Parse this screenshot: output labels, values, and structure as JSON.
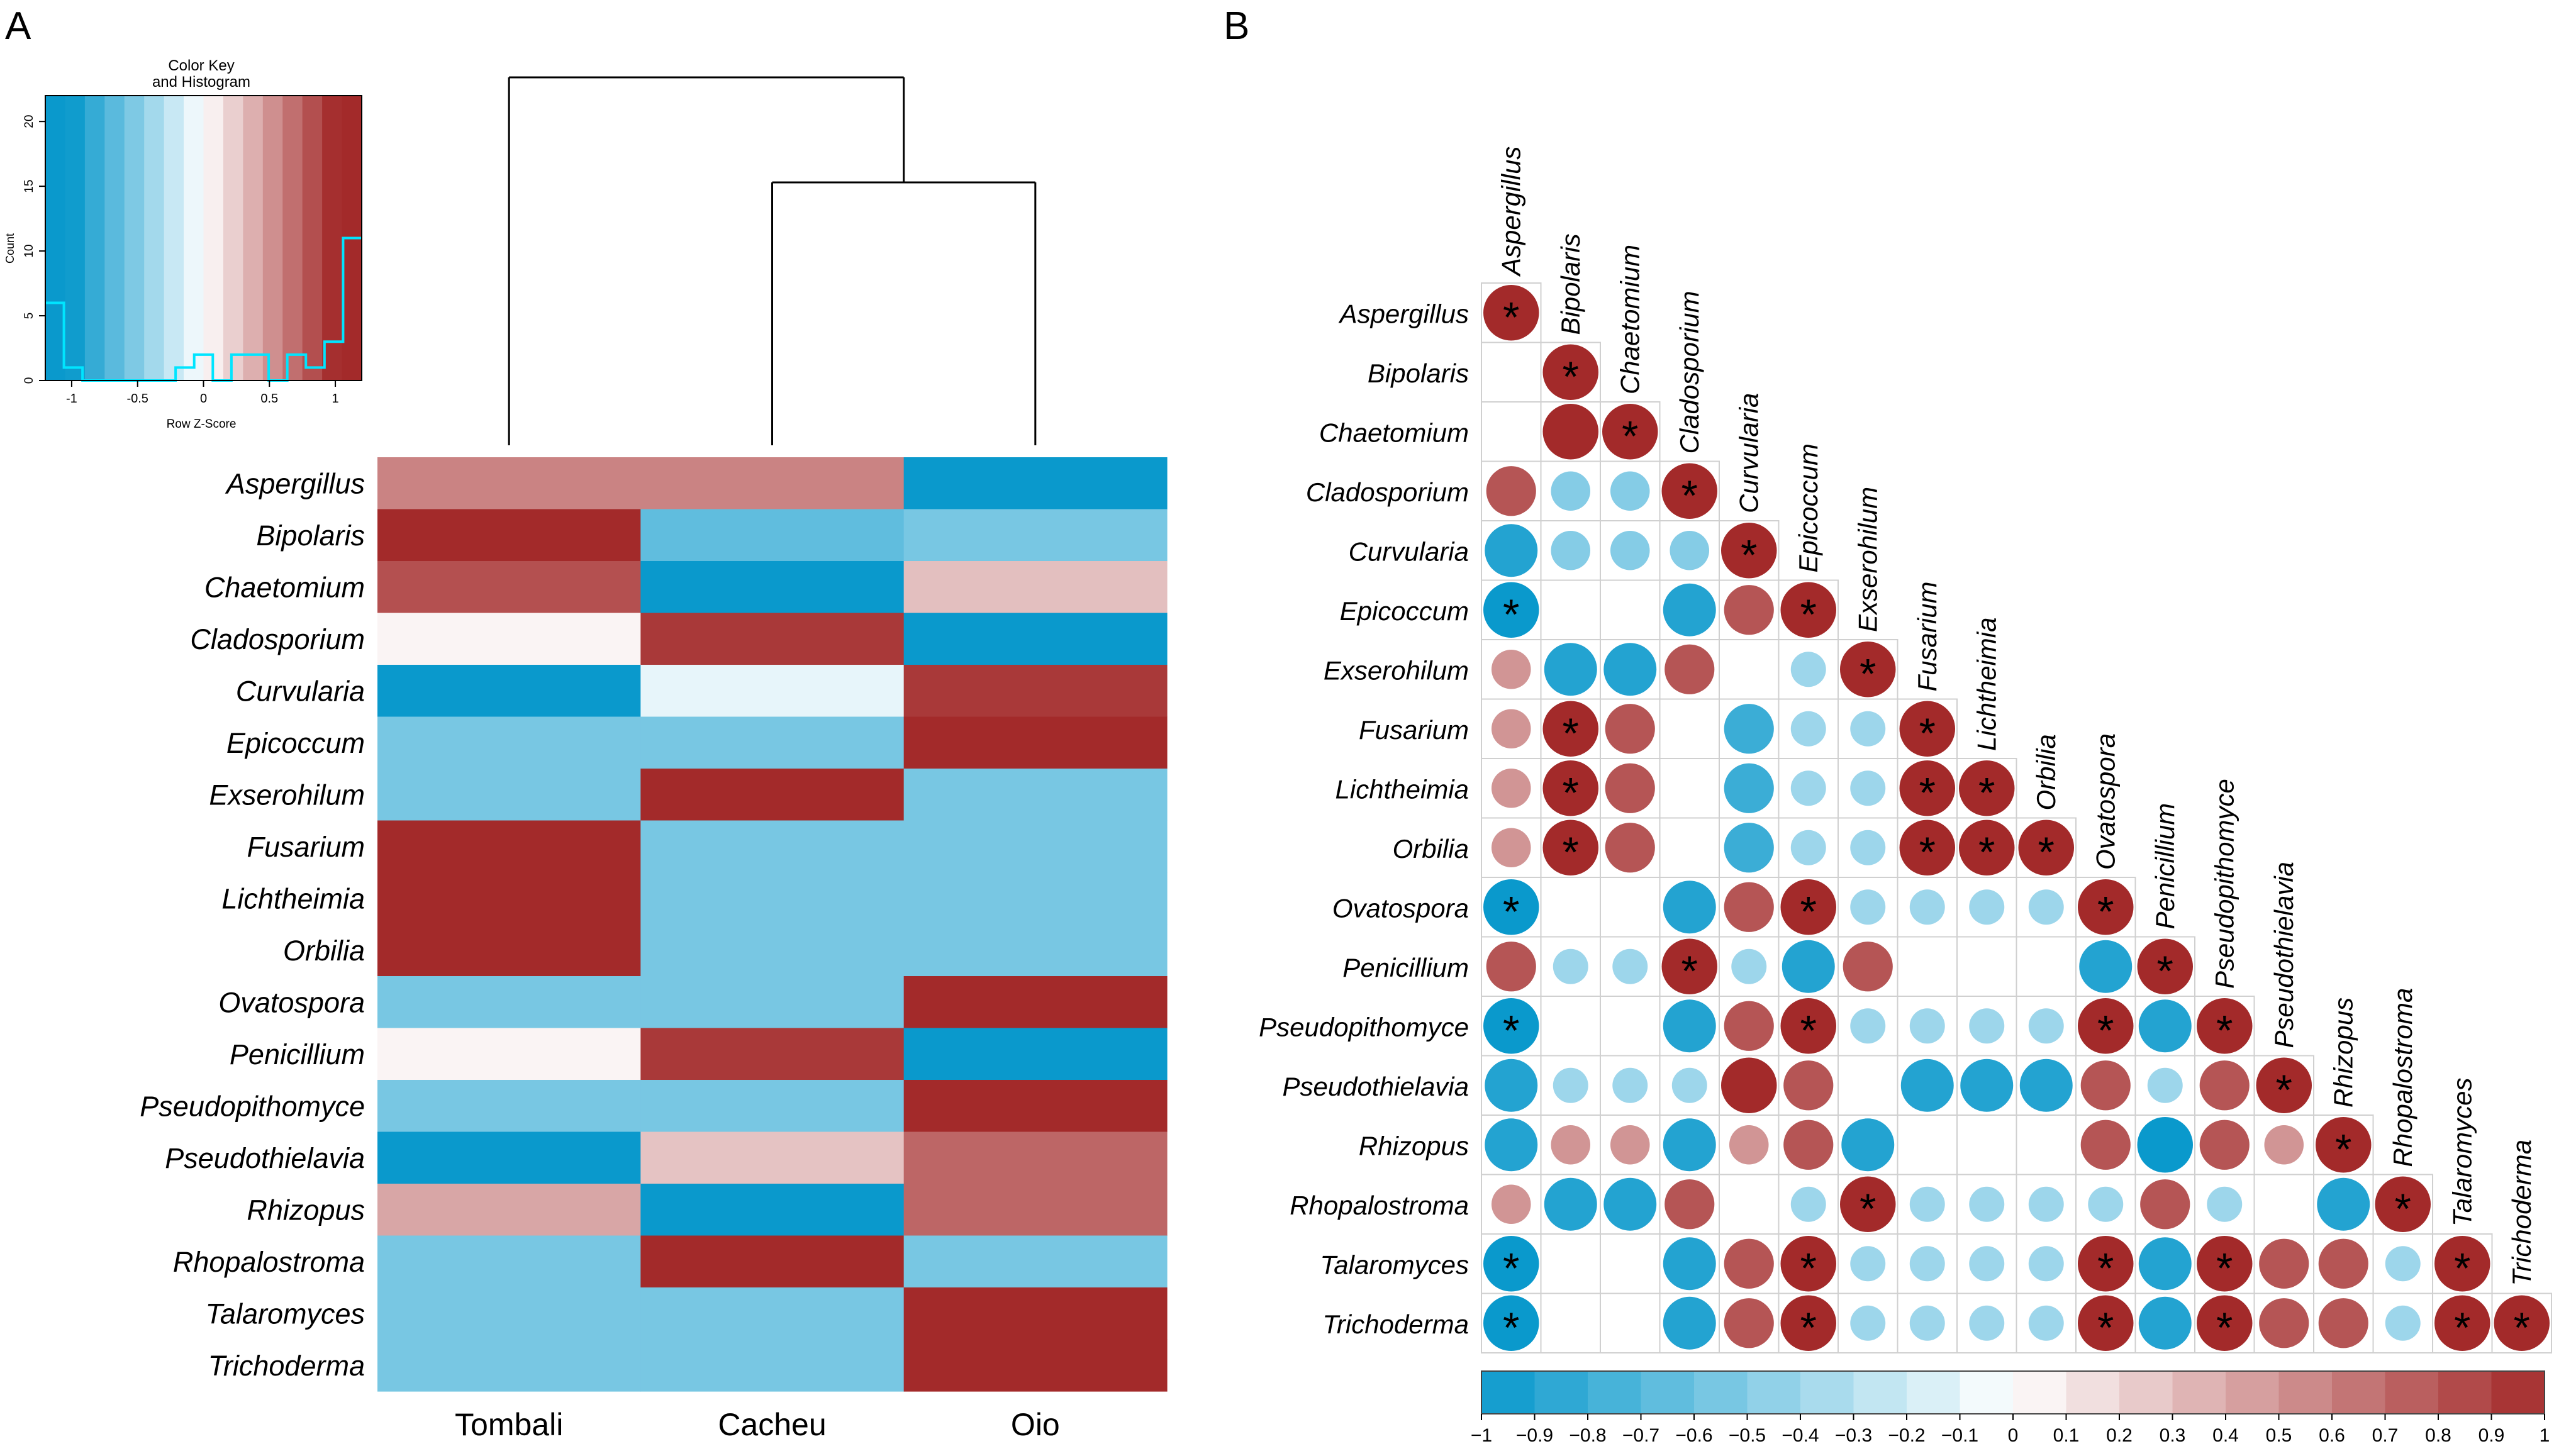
{
  "panel_a": {
    "label": "A",
    "color_key": {
      "title_line1": "Color Key",
      "title_line2": "and Histogram",
      "ylabel": "Count",
      "xlabel": "Row Z-Score",
      "xticks": [
        "-1",
        "-0.5",
        "0",
        "0.5",
        "1"
      ],
      "yticks": [
        "0",
        "5",
        "10",
        "15",
        "20"
      ]
    }
  },
  "panel_b": {
    "label": "B"
  },
  "colors": {
    "low": "#0a99cc",
    "mid": "#ffffff",
    "high": "#a32a2a",
    "light_blue": "#87ceea",
    "hist_line": "#00e5ff"
  },
  "chart_data": [
    {
      "type": "heatmap",
      "title": "",
      "columns": [
        "Tombali",
        "Cacheu",
        "Oio"
      ],
      "rows": [
        "Aspergillus",
        "Bipolaris",
        "Chaetomium",
        "Cladosporium",
        "Curvularia",
        "Epicoccum",
        "Exserohilum",
        "Fusarium",
        "Lichtheimia",
        "Orbilia",
        "Ovatospora",
        "Penicillium",
        "Pseudopithomyce",
        "Pseudothielavia",
        "Rhizopus",
        "Rhopalostroma",
        "Talaromyces",
        "Trichoderma"
      ],
      "values": [
        [
          0.58,
          0.58,
          -1.15
        ],
        [
          1.15,
          -0.65,
          -0.55
        ],
        [
          0.82,
          -1.15,
          0.3
        ],
        [
          0.05,
          0.93,
          -1.15
        ],
        [
          -1.05,
          -0.1,
          0.93
        ],
        [
          -0.55,
          -0.55,
          1.15
        ],
        [
          -0.55,
          1.15,
          -0.55
        ],
        [
          1.15,
          -0.55,
          -0.55
        ],
        [
          1.15,
          -0.55,
          -0.55
        ],
        [
          1.15,
          -0.55,
          -0.55
        ],
        [
          -0.55,
          -0.55,
          1.15
        ],
        [
          0.05,
          0.93,
          -1.15
        ],
        [
          -0.55,
          -0.55,
          1.15
        ],
        [
          -1.05,
          0.28,
          0.72
        ],
        [
          0.42,
          -1.15,
          0.72
        ],
        [
          -0.55,
          1.15,
          -0.55
        ],
        [
          -0.55,
          -0.55,
          1.15
        ],
        [
          -0.55,
          -0.55,
          1.15
        ]
      ],
      "color_scale": {
        "min": -1,
        "max": 1
      },
      "dendrogram": "Tombali joined with (Cacheu, Oio)",
      "histogram_counts": [
        6,
        1,
        0,
        0,
        0,
        0,
        0,
        1,
        2,
        0,
        2,
        2,
        0,
        2,
        1,
        3,
        11
      ]
    },
    {
      "type": "heatmap",
      "subtype": "correlation-lower-triangle",
      "labels": [
        "Aspergillus",
        "Bipolaris",
        "Chaetomium",
        "Cladosporium",
        "Curvularia",
        "Epicoccum",
        "Exserohilum",
        "Fusarium",
        "Lichtheimia",
        "Orbilia",
        "Ovatospora",
        "Penicillium",
        "Pseudopithomyce",
        "Pseudothielavia",
        "Rhizopus",
        "Rhopalostroma",
        "Talaromyces",
        "Trichoderma"
      ],
      "correlations": [
        [
          1
        ],
        [
          null,
          1
        ],
        [
          null,
          1,
          1
        ],
        [
          0.8,
          -0.5,
          -0.5,
          1
        ],
        [
          -0.9,
          -0.5,
          -0.5,
          -0.5,
          1
        ],
        [
          -1,
          null,
          null,
          -0.9,
          0.8,
          1
        ],
        [
          0.5,
          -0.9,
          -0.9,
          0.8,
          null,
          -0.4,
          1
        ],
        [
          0.5,
          1,
          0.8,
          null,
          -0.8,
          -0.4,
          -0.4,
          1
        ],
        [
          0.5,
          1,
          0.8,
          null,
          -0.8,
          -0.4,
          -0.4,
          1,
          1
        ],
        [
          0.5,
          1,
          0.8,
          null,
          -0.8,
          -0.4,
          -0.4,
          1,
          1,
          1
        ],
        [
          -1,
          null,
          null,
          -0.9,
          0.8,
          1,
          -0.4,
          -0.4,
          -0.4,
          -0.4,
          1
        ],
        [
          0.8,
          -0.4,
          -0.4,
          1,
          -0.4,
          -0.9,
          0.8,
          null,
          null,
          null,
          -0.9,
          1
        ],
        [
          -1,
          null,
          null,
          -0.9,
          0.8,
          1,
          -0.4,
          -0.4,
          -0.4,
          -0.4,
          1,
          -0.9,
          1
        ],
        [
          -0.9,
          -0.4,
          -0.4,
          -0.4,
          1,
          0.8,
          null,
          -0.9,
          -0.9,
          -0.9,
          0.8,
          -0.4,
          0.8,
          1
        ],
        [
          -0.9,
          0.5,
          0.5,
          -0.9,
          0.5,
          0.8,
          -0.9,
          null,
          null,
          null,
          0.8,
          -1,
          0.8,
          0.5,
          1
        ],
        [
          0.5,
          -0.9,
          -0.9,
          0.8,
          null,
          -0.4,
          1,
          -0.4,
          -0.4,
          -0.4,
          -0.4,
          0.8,
          -0.4,
          null,
          -0.9,
          1
        ],
        [
          -1,
          null,
          null,
          -0.9,
          0.8,
          1,
          -0.4,
          -0.4,
          -0.4,
          -0.4,
          1,
          -0.9,
          1,
          0.8,
          0.8,
          -0.4,
          1
        ],
        [
          -1,
          null,
          null,
          -0.9,
          0.8,
          1,
          -0.4,
          -0.4,
          -0.4,
          -0.4,
          1,
          -0.9,
          1,
          0.8,
          0.8,
          -0.4,
          1,
          1
        ]
      ],
      "significance_marker": "*",
      "significant": [
        [
          0,
          0
        ],
        [
          1,
          1
        ],
        [
          2,
          2
        ],
        [
          3,
          3
        ],
        [
          4,
          4
        ],
        [
          5,
          0
        ],
        [
          5,
          5
        ],
        [
          6,
          6
        ],
        [
          7,
          1
        ],
        [
          7,
          7
        ],
        [
          8,
          1
        ],
        [
          8,
          7
        ],
        [
          8,
          8
        ],
        [
          9,
          1
        ],
        [
          9,
          7
        ],
        [
          9,
          8
        ],
        [
          9,
          9
        ],
        [
          10,
          0
        ],
        [
          10,
          5
        ],
        [
          10,
          10
        ],
        [
          11,
          3
        ],
        [
          11,
          11
        ],
        [
          12,
          0
        ],
        [
          12,
          5
        ],
        [
          12,
          10
        ],
        [
          12,
          12
        ],
        [
          13,
          13
        ],
        [
          14,
          14
        ],
        [
          15,
          6
        ],
        [
          15,
          15
        ],
        [
          16,
          0
        ],
        [
          16,
          5
        ],
        [
          16,
          10
        ],
        [
          16,
          12
        ],
        [
          16,
          16
        ],
        [
          17,
          0
        ],
        [
          17,
          5
        ],
        [
          17,
          10
        ],
        [
          17,
          12
        ],
        [
          17,
          16
        ],
        [
          17,
          17
        ]
      ],
      "color_scale": {
        "min": -1,
        "max": 1,
        "ticks": [
          "-1",
          "-0.9",
          "-0.8",
          "-0.7",
          "-0.6",
          "-0.5",
          "-0.4",
          "-0.3",
          "-0.2",
          "-0.1",
          "0",
          "0.1",
          "0.2",
          "0.3",
          "0.4",
          "0.5",
          "0.6",
          "0.7",
          "0.8",
          "0.9",
          "1"
        ]
      }
    }
  ]
}
